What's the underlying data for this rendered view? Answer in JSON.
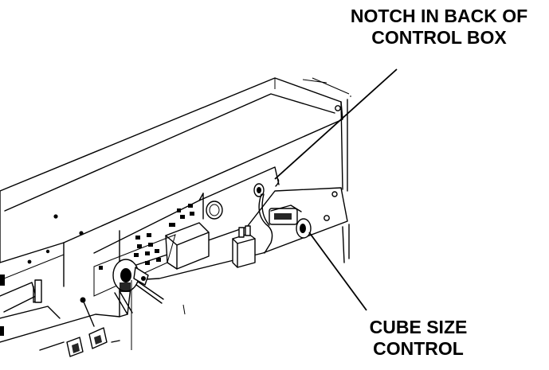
{
  "diagram": {
    "labels": {
      "notch": [
        "NOTCH IN BACK OF",
        "CONTROL BOX"
      ],
      "cube_size": [
        "CUBE SIZE",
        "CONTROL"
      ]
    }
  }
}
